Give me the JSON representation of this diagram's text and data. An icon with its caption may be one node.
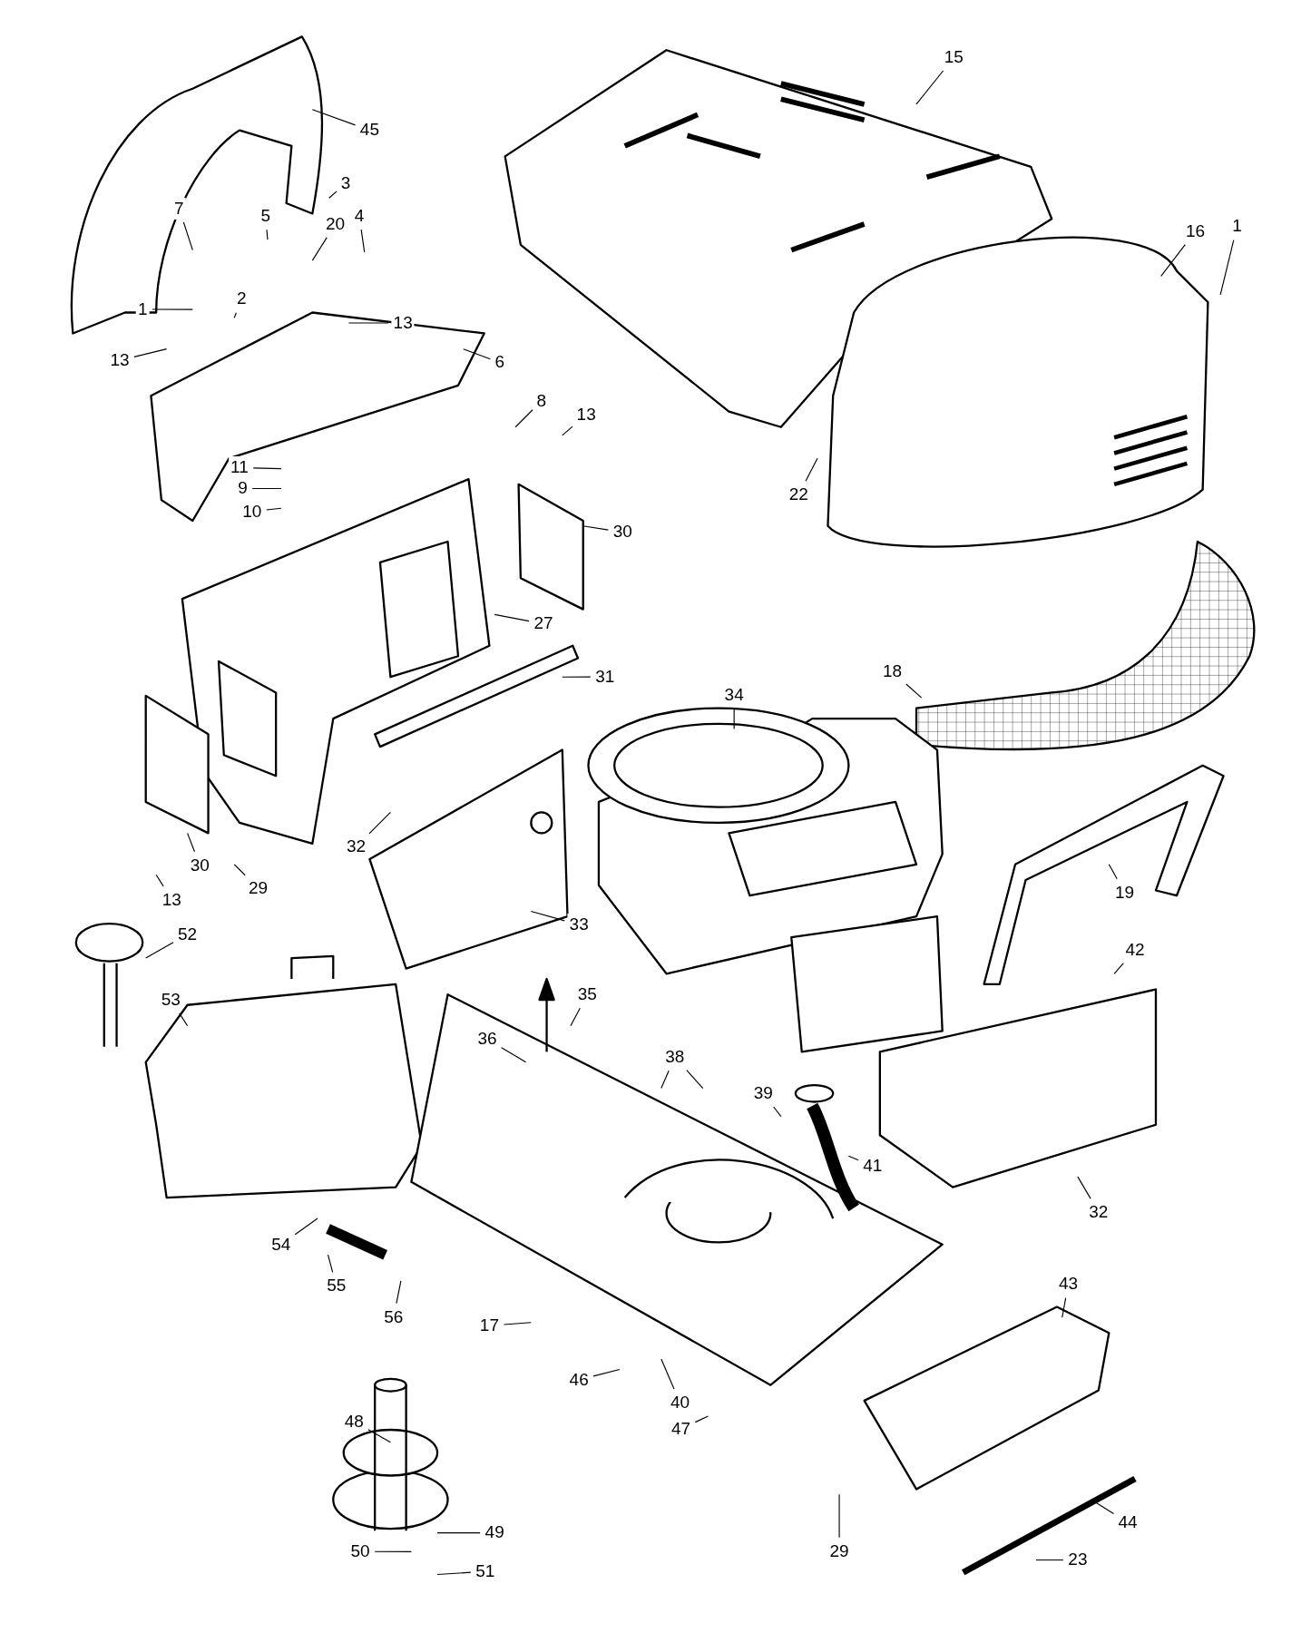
{
  "diagram": {
    "nodes": [
      {
        "text": [
          "45"
        ]
      },
      {
        "text": [
          "3"
        ]
      },
      {
        "text": [
          "7"
        ]
      },
      {
        "text": [
          "5"
        ]
      },
      {
        "text": [
          "20"
        ]
      },
      {
        "text": [
          "4"
        ]
      },
      {
        "text": [
          "1"
        ]
      },
      {
        "text": [
          "2"
        ]
      },
      {
        "text": [
          "13"
        ]
      },
      {
        "text": [
          "13"
        ]
      },
      {
        "text": [
          "6"
        ]
      },
      {
        "text": [
          "8"
        ]
      },
      {
        "text": [
          "13"
        ]
      },
      {
        "text": [
          "11"
        ]
      },
      {
        "text": [
          "9"
        ]
      },
      {
        "text": [
          "10"
        ]
      },
      {
        "text": [
          "30"
        ]
      },
      {
        "text": [
          "27"
        ]
      },
      {
        "text": [
          "31"
        ]
      },
      {
        "text": [
          "34"
        ]
      },
      {
        "text": [
          "18"
        ]
      },
      {
        "text": [
          "15"
        ]
      },
      {
        "text": [
          "16"
        ]
      },
      {
        "text": [
          "1"
        ]
      },
      {
        "text": [
          "22"
        ]
      },
      {
        "text": [
          "30"
        ]
      },
      {
        "text": [
          "13"
        ]
      },
      {
        "text": [
          "29"
        ]
      },
      {
        "text": [
          "32"
        ]
      },
      {
        "text": [
          "33"
        ]
      },
      {
        "text": [
          "52"
        ]
      },
      {
        "text": [
          "53"
        ]
      },
      {
        "text": [
          "35"
        ]
      },
      {
        "text": [
          "36"
        ]
      },
      {
        "text": [
          "38"
        ]
      },
      {
        "text": [
          "39"
        ]
      },
      {
        "text": [
          "41"
        ]
      },
      {
        "text": [
          "42"
        ]
      },
      {
        "text": [
          "19"
        ]
      },
      {
        "text": [
          "32"
        ]
      },
      {
        "text": [
          "54"
        ]
      },
      {
        "text": [
          "55"
        ]
      },
      {
        "text": [
          "56"
        ]
      },
      {
        "text": [
          "17"
        ]
      },
      {
        "text": [
          "46"
        ]
      },
      {
        "text": [
          "40"
        ]
      },
      {
        "text": [
          "47"
        ]
      },
      {
        "text": [
          "48"
        ]
      },
      {
        "text": [
          "49"
        ]
      },
      {
        "text": [
          "50"
        ]
      },
      {
        "text": [
          "51"
        ]
      },
      {
        "text": [
          "43"
        ]
      },
      {
        "text": [
          "29"
        ]
      },
      {
        "text": [
          "44"
        ]
      },
      {
        "text": [
          "23"
        ]
      }
    ],
    "edges": [
      {
        "from": 0,
        "to": null,
        "arrow": "none"
      },
      {
        "from": 1,
        "to": null,
        "arrow": "none"
      },
      {
        "from": 2,
        "to": null,
        "arrow": "none"
      },
      {
        "from": 3,
        "to": null,
        "arrow": "none"
      },
      {
        "from": 4,
        "to": null,
        "arrow": "none"
      },
      {
        "from": 5,
        "to": null,
        "arrow": "none"
      },
      {
        "from": 6,
        "to": null,
        "arrow": "none"
      },
      {
        "from": 7,
        "to": null,
        "arrow": "none"
      },
      {
        "from": 8,
        "to": null,
        "arrow": "none"
      },
      {
        "from": 9,
        "to": null,
        "arrow": "none"
      },
      {
        "from": 10,
        "to": null,
        "arrow": "none"
      },
      {
        "from": 11,
        "to": null,
        "arrow": "none"
      },
      {
        "from": 12,
        "to": null,
        "arrow": "none"
      },
      {
        "from": 13,
        "to": null,
        "arrow": "none"
      },
      {
        "from": 14,
        "to": null,
        "arrow": "none"
      },
      {
        "from": 15,
        "to": null,
        "arrow": "none"
      },
      {
        "from": 16,
        "to": null,
        "arrow": "none"
      },
      {
        "from": 17,
        "to": null,
        "arrow": "none"
      },
      {
        "from": 18,
        "to": null,
        "arrow": "none"
      },
      {
        "from": 19,
        "to": null,
        "arrow": "none"
      },
      {
        "from": 20,
        "to": null,
        "arrow": "none"
      },
      {
        "from": 21,
        "to": null,
        "arrow": "none"
      },
      {
        "from": 22,
        "to": null,
        "arrow": "none"
      },
      {
        "from": 23,
        "to": null,
        "arrow": "none"
      },
      {
        "from": 24,
        "to": null,
        "arrow": "none"
      },
      {
        "from": 25,
        "to": null,
        "arrow": "none"
      },
      {
        "from": 26,
        "to": null,
        "arrow": "none"
      },
      {
        "from": 27,
        "to": null,
        "arrow": "none"
      },
      {
        "from": 28,
        "to": null,
        "arrow": "none"
      },
      {
        "from": 29,
        "to": null,
        "arrow": "none"
      },
      {
        "from": 30,
        "to": null,
        "arrow": "none"
      },
      {
        "from": 31,
        "to": null,
        "arrow": "none"
      },
      {
        "from": 32,
        "to": null,
        "arrow": "none"
      },
      {
        "from": 33,
        "to": null,
        "arrow": "none"
      },
      {
        "from": 34,
        "to": null,
        "arrow": "none"
      },
      {
        "from": 34,
        "to": null,
        "arrow": "none"
      },
      {
        "from": 35,
        "to": null,
        "arrow": "none"
      },
      {
        "from": 36,
        "to": null,
        "arrow": "none"
      },
      {
        "from": 37,
        "to": null,
        "arrow": "none"
      },
      {
        "from": 38,
        "to": null,
        "arrow": "none"
      },
      {
        "from": 39,
        "to": null,
        "arrow": "none"
      },
      {
        "from": 40,
        "to": null,
        "arrow": "none"
      },
      {
        "from": 41,
        "to": null,
        "arrow": "none"
      },
      {
        "from": 42,
        "to": null,
        "arrow": "none"
      },
      {
        "from": 43,
        "to": null,
        "arrow": "none"
      },
      {
        "from": 44,
        "to": null,
        "arrow": "none"
      },
      {
        "from": 45,
        "to": null,
        "arrow": "none"
      },
      {
        "from": 46,
        "to": null,
        "arrow": "none"
      },
      {
        "from": 47,
        "to": null,
        "arrow": "none"
      },
      {
        "from": 48,
        "to": null,
        "arrow": "none"
      },
      {
        "from": 49,
        "to": null,
        "arrow": "none"
      },
      {
        "from": 50,
        "to": null,
        "arrow": "none"
      },
      {
        "from": 51,
        "to": null,
        "arrow": "none"
      },
      {
        "from": 52,
        "to": null,
        "arrow": "none"
      },
      {
        "from": 53,
        "to": null,
        "arrow": "none"
      },
      {
        "from": 54,
        "to": null,
        "arrow": "none"
      }
    ]
  }
}
